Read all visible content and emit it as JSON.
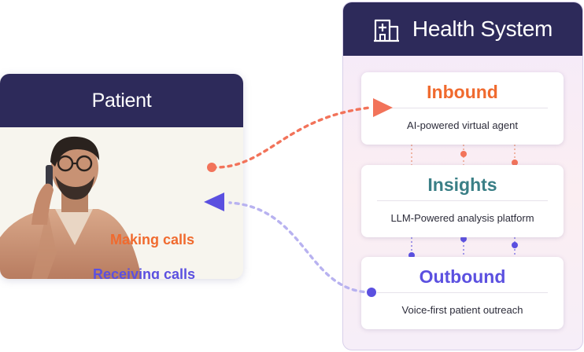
{
  "patient": {
    "title": "Patient",
    "making_calls": "Making calls",
    "receiving_calls": "Receiving calls"
  },
  "health_system": {
    "title": "Health System",
    "boxes": [
      {
        "title": "Inbound",
        "subtitle": "AI-powered virtual agent",
        "color": "#f06a2e"
      },
      {
        "title": "Insights",
        "subtitle": "LLM-Powered analysis platform",
        "color": "#3a7f86"
      },
      {
        "title": "Outbound",
        "subtitle": "Voice-first patient outreach",
        "color": "#5b50e0"
      }
    ]
  },
  "icons": [
    "hospital-icon",
    "patient-photo"
  ],
  "colors": {
    "header": "#2d2a5a",
    "orange": "#f06a2e",
    "purple": "#5b50e0",
    "teal": "#3a7f86"
  }
}
